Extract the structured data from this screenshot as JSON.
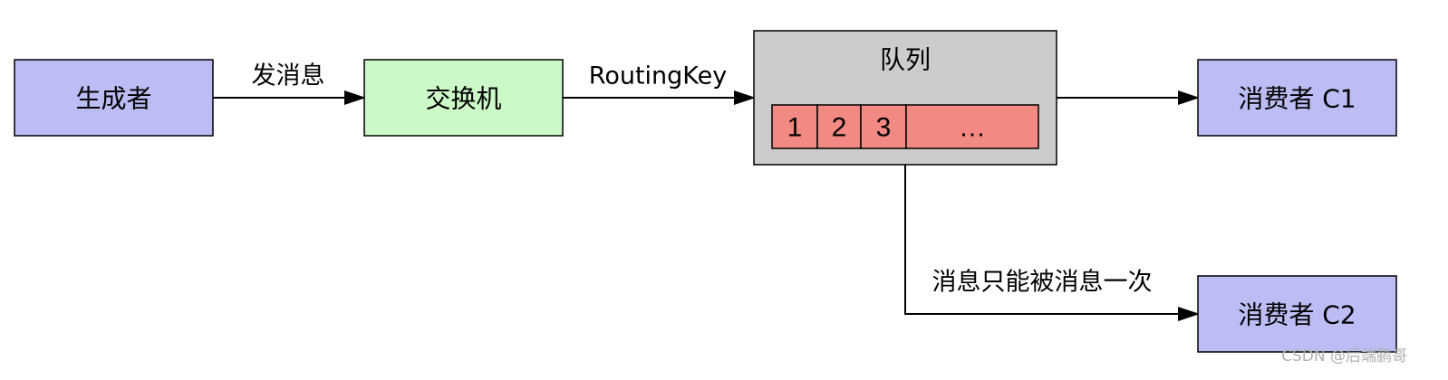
{
  "nodes": {
    "producer": {
      "label": "生成者",
      "fill": "#bdbdf5"
    },
    "exchange": {
      "label": "交换机",
      "fill": "#ccf9c8"
    },
    "queue": {
      "label": "队列",
      "fill": "#cccccc",
      "cells": [
        "1",
        "2",
        "3",
        "…"
      ],
      "cell_fill": "#f28983"
    },
    "consumer_c1": {
      "label": "消费者 C1",
      "fill": "#bdbdf5"
    },
    "consumer_c2": {
      "label": "消费者 C2",
      "fill": "#bdbdf5"
    }
  },
  "edges": {
    "producer_to_exchange": {
      "label": "发消息"
    },
    "exchange_to_queue": {
      "label": "RoutingKey"
    },
    "queue_to_c1": {
      "label": ""
    },
    "queue_to_c2": {
      "label": "消息只能被消息一次"
    }
  },
  "watermark": {
    "text": "CSDN @后端鹏哥"
  }
}
